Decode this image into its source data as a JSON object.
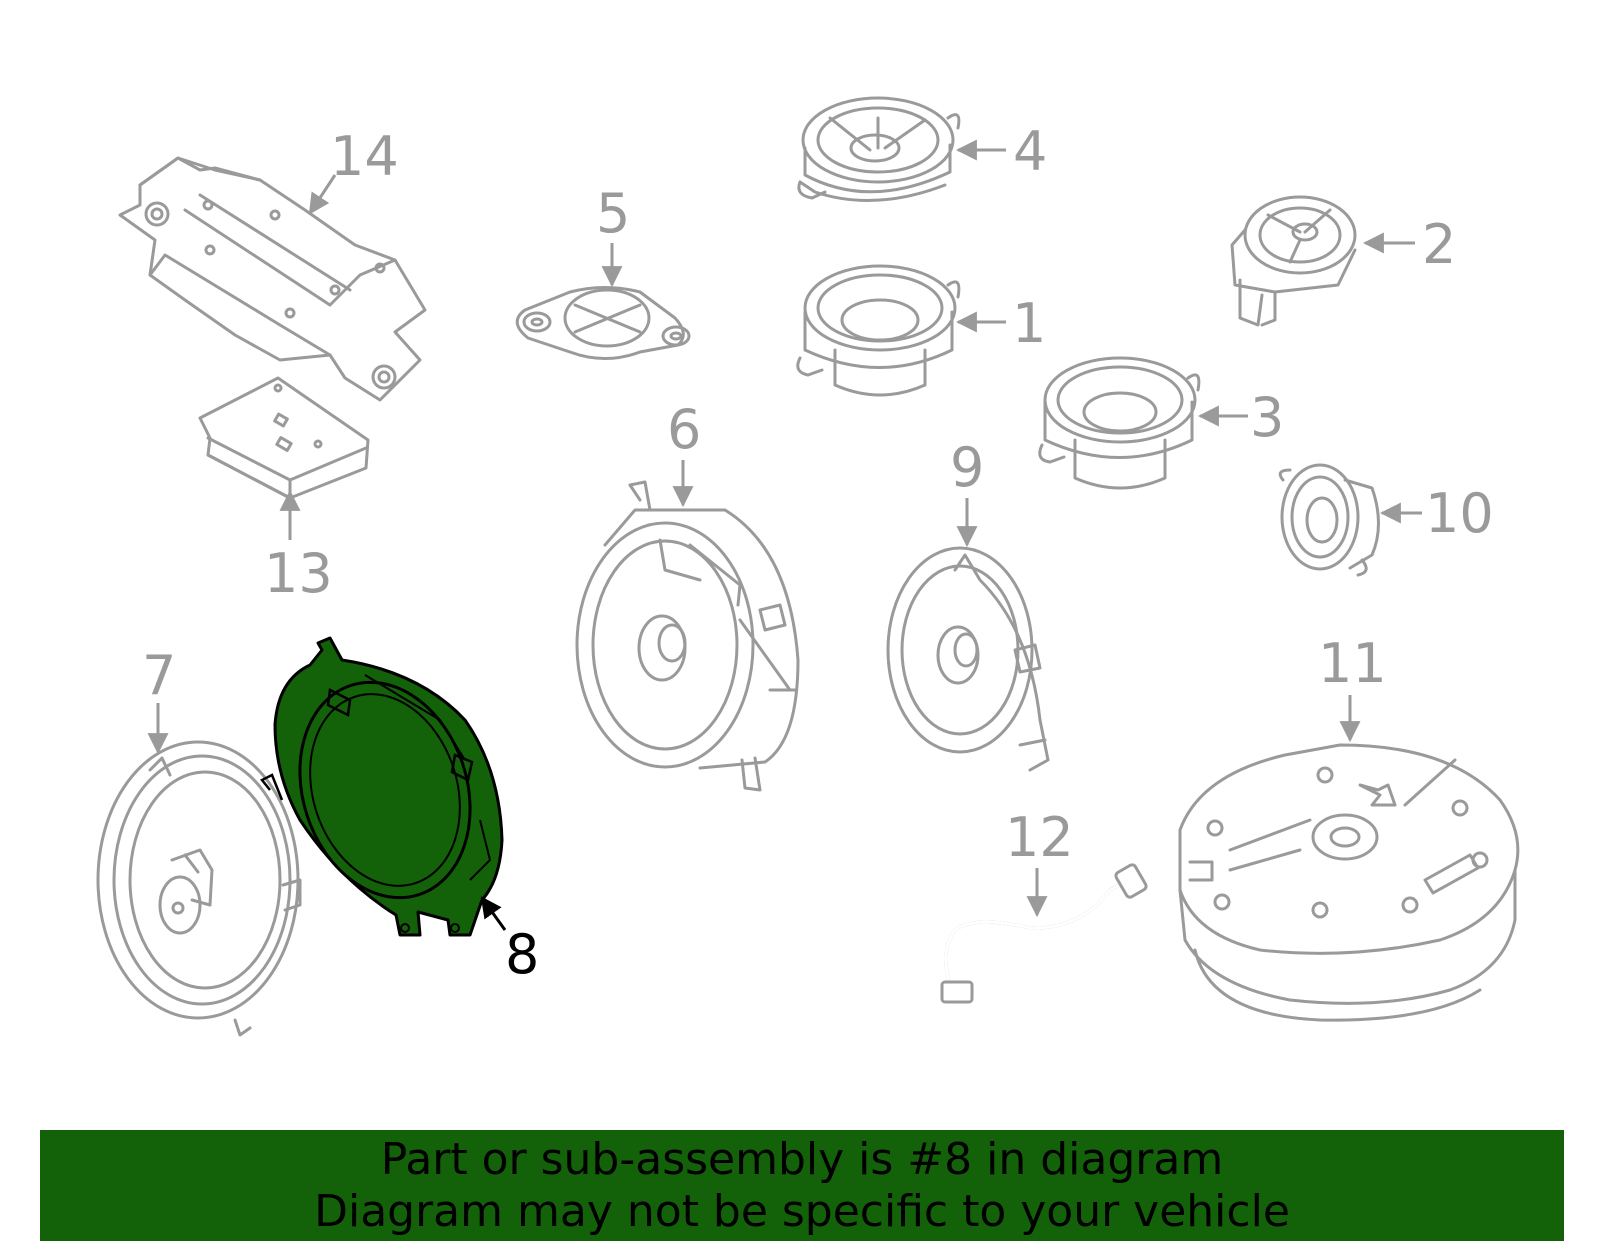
{
  "diagram": {
    "highlight_color": "#136108",
    "line_color": "#9a9a9a",
    "callouts": {
      "c1": "1",
      "c2": "2",
      "c3": "3",
      "c4": "4",
      "c5": "5",
      "c6": "6",
      "c7": "7",
      "c8": "8",
      "c9": "9",
      "c10": "10",
      "c11": "11",
      "c12": "12",
      "c13": "13",
      "c14": "14"
    },
    "highlighted_part": "8"
  },
  "banner": {
    "line1": "Part or sub-assembly is #8 in diagram",
    "line2": "Diagram may not be specific to your vehicle",
    "background": "#136108"
  }
}
